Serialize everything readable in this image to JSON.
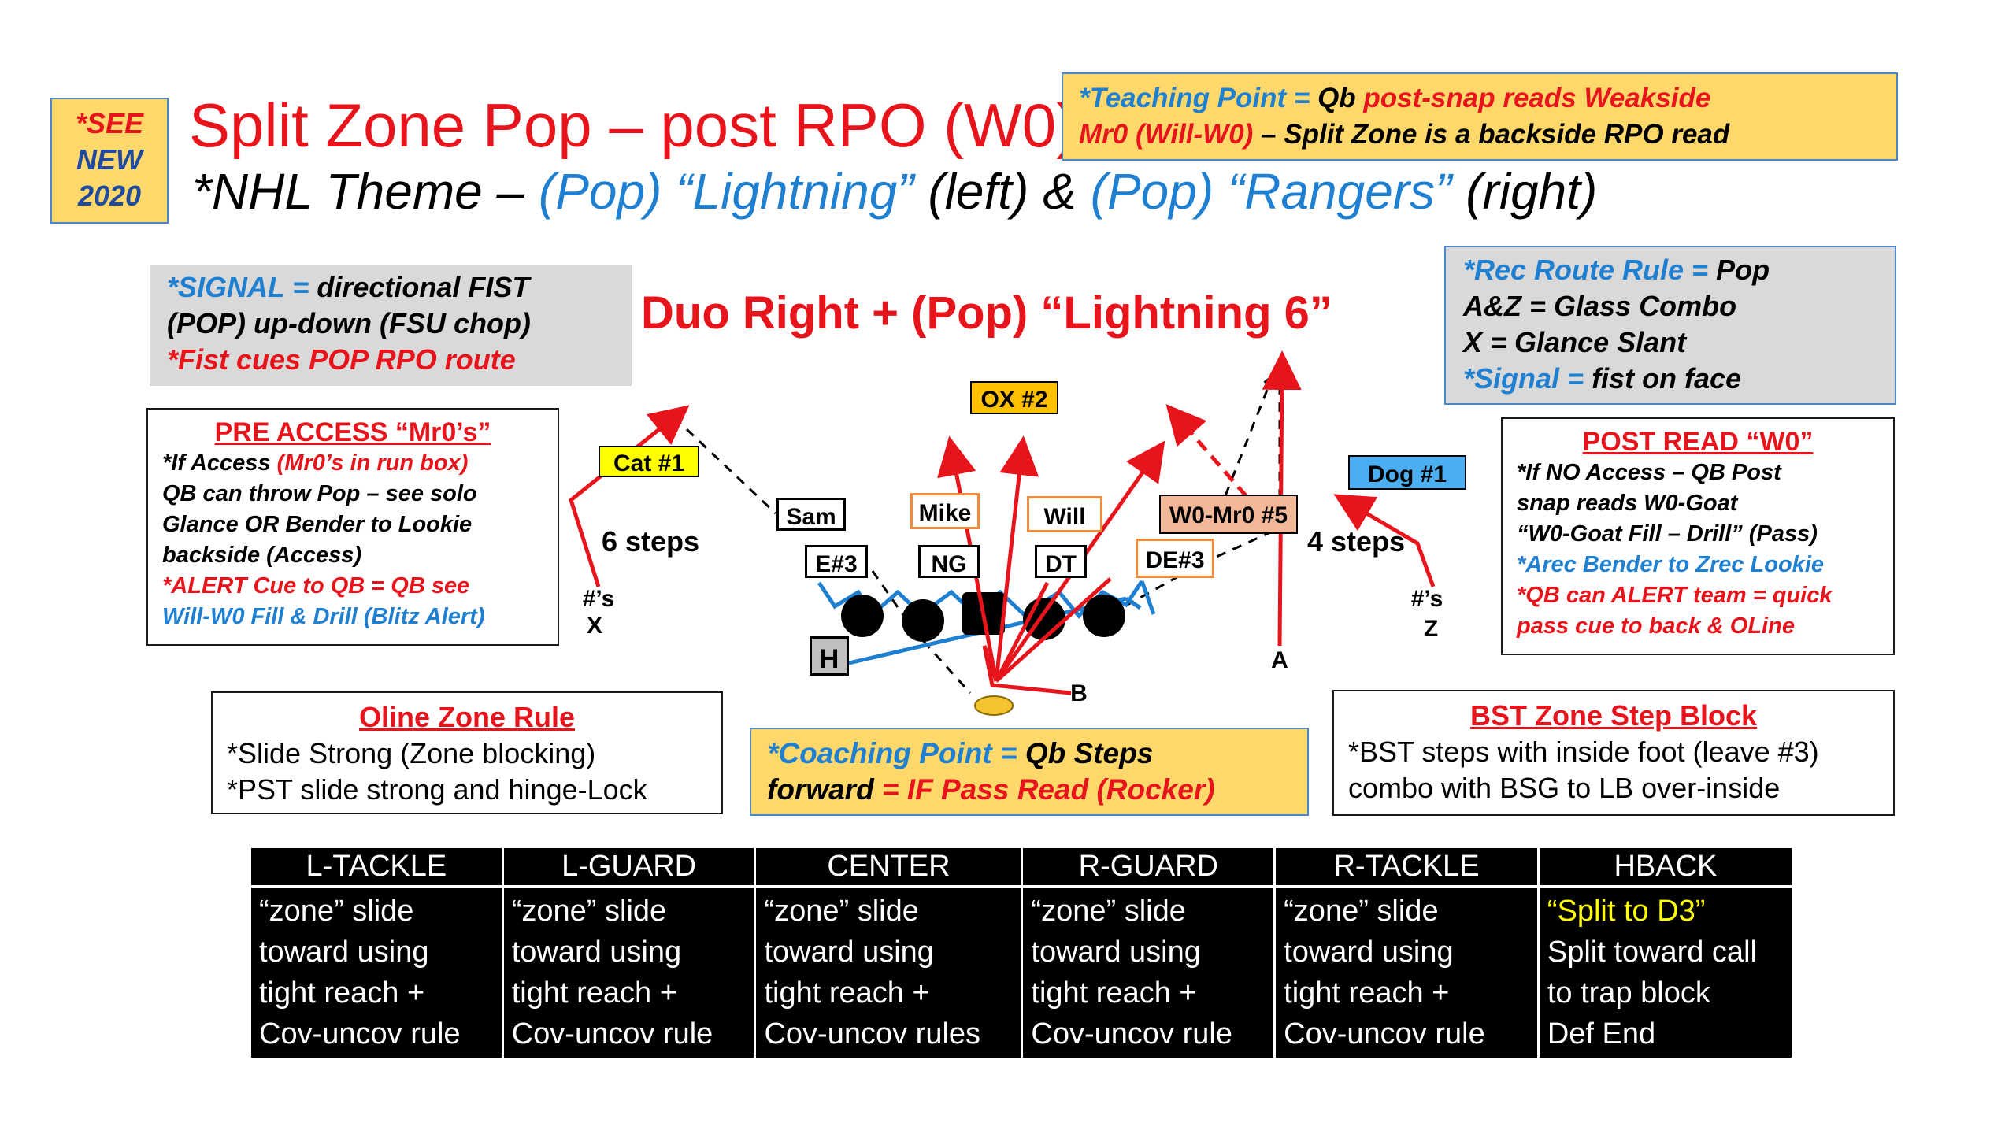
{
  "badge": {
    "l1": "*SEE",
    "l2": "NEW",
    "l3": "2020"
  },
  "title": "Split Zone Pop – post RPO (W0)",
  "subtitle": {
    "a": "*NHL Theme – ",
    "b": "(Pop) “Lightning”",
    "c": " (left) & ",
    "d": "(Pop) “Rangers”",
    "e": " (right)"
  },
  "teaching": {
    "l1a": "*Teaching Point = ",
    "l1b": "Qb ",
    "l1c": "post-snap reads Weakside",
    "l2a": "Mr0 (Will-W0)",
    "l2b": " – Split Zone is a backside RPO read"
  },
  "signal": {
    "l1a": "*SIGNAL = ",
    "l1b": "directional FIST",
    "l2": "(POP) up-down (FSU chop)",
    "l3": "*Fist cues POP RPO route"
  },
  "play_call": "Duo Right + (Pop) “Lightning 6”",
  "rec_route": {
    "l1a": "*Rec Route Rule = ",
    "l1b": "Pop",
    "l2": "A&Z = Glass Combo",
    "l3": "X = Glance Slant",
    "l4a": "*Signal = ",
    "l4b": "fist on face"
  },
  "pre_access": {
    "title": "PRE ACCESS “Mr0’s”",
    "l1a": "*If Access ",
    "l1b": "(Mr0’s in run box)",
    "l2": "QB can throw Pop – see solo",
    "l3": "Glance OR Bender to Lookie",
    "l4": "backside (Access)",
    "l5": "*ALERT Cue to QB = QB see",
    "l6": "Will-W0 Fill & Drill (Blitz Alert)"
  },
  "post_read": {
    "title": "POST READ “W0”",
    "l1": "*If NO Access – QB Post",
    "l2": "snap reads W0-Goat",
    "l3": "“W0-Goat Fill – Drill” (Pass)",
    "l4": "*Arec Bender to Zrec Lookie",
    "l5": "*QB can ALERT team = quick",
    "l6": "pass cue to back & OLine"
  },
  "diagram": {
    "cat": "Cat #1",
    "sam": "Sam",
    "e3": "E#3",
    "ng": "NG",
    "mike": "Mike",
    "ox": "OX #2",
    "will": "Will",
    "dt": "DT",
    "w0": "W0-Mr0 #5",
    "de3": "DE#3",
    "dog": "Dog #1",
    "six_steps": "6 steps",
    "four_steps": "4 steps",
    "x_top": "#’s",
    "x_bottom": "X",
    "z_top": "#’s",
    "z_bottom": "Z",
    "h": "H",
    "a": "A",
    "b": "B"
  },
  "oline_rule": {
    "title": "Oline Zone Rule",
    "l1": "*Slide Strong (Zone blocking)",
    "l2": "*PST slide strong and hinge-Lock"
  },
  "coaching": {
    "l1a": "*Coaching Point = ",
    "l1b": "Qb Steps",
    "l2a": "forward ",
    "l2b": "= IF Pass Read (Rocker)"
  },
  "bst_rule": {
    "title": "BST Zone Step Block",
    "l1": "*BST steps with inside foot (leave #3)",
    "l2": "combo with BSG to LB over-inside"
  },
  "table": {
    "headers": [
      "L-TACKLE",
      "L-GUARD",
      "CENTER",
      "R-GUARD",
      "R-TACKLE",
      "HBACK"
    ],
    "rows": [
      [
        "“zone” slide",
        "toward using",
        "tight reach +",
        "Cov-uncov rule"
      ],
      [
        "“zone” slide",
        "toward using",
        "tight reach +",
        "Cov-uncov rule"
      ],
      [
        "“zone” slide",
        "toward using",
        "tight reach +",
        "Cov-uncov rules"
      ],
      [
        "“zone” slide",
        "toward using",
        "tight reach +",
        "Cov-uncov rule"
      ],
      [
        "“zone” slide",
        "toward using",
        "tight reach +",
        "Cov-uncov rule"
      ],
      [
        "“Split to D3”",
        "Split toward call",
        "to trap block",
        "Def End"
      ]
    ]
  },
  "colors": {
    "red": "#e8141c",
    "blue": "#1f7fd0",
    "yellow": "#ffd86b",
    "gray": "#d9d9d9",
    "orange": "#f2b89a",
    "lightblue": "#4aaef0"
  }
}
